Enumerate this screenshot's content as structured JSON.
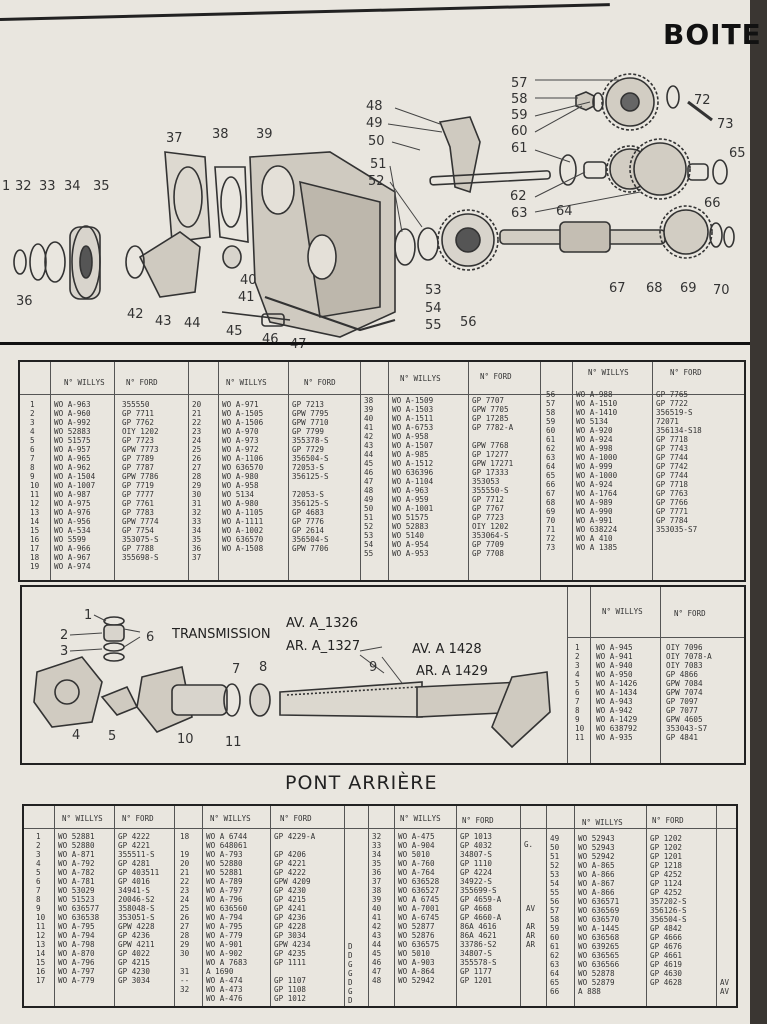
{
  "header": {
    "title": "BOITE"
  },
  "gearbox_diagram": {
    "callouts": [
      "1",
      "32",
      "33",
      "34",
      "35",
      "36",
      "37",
      "38",
      "39",
      "40",
      "41",
      "42",
      "43",
      "44",
      "45",
      "46",
      "47",
      "48",
      "49",
      "50",
      "51",
      "52",
      "53",
      "54",
      "55",
      "56",
      "57",
      "58",
      "59",
      "60",
      "61",
      "62",
      "63",
      "64",
      "65",
      "66",
      "67",
      "68",
      "69",
      "70",
      "72",
      "73"
    ]
  },
  "gearbox_table": {
    "headers": {
      "no": "",
      "willys": "N° WILLYS",
      "ford": "N° FORD"
    },
    "groups": [
      {
        "no": [
          "1",
          "2",
          "3",
          "4",
          "5",
          "6",
          "7",
          "8",
          "9",
          "10",
          "11",
          "12",
          "13",
          "14",
          "15",
          "16",
          "17",
          "18",
          "19"
        ],
        "willys": [
          "WO A-963",
          "WO A-960",
          "WO A-992",
          "WO 52883",
          "WO 51575",
          "WO A-957",
          "WO A-965",
          "WO A-962",
          "WO A-1504",
          "WO A-1007",
          "WO A-987",
          "WO A-975",
          "WO A-976",
          "WO A-956",
          "WO A-534",
          "WO 5599",
          "WO A-966",
          "WO A-967",
          "WO A-974"
        ],
        "ford": [
          "355550",
          "GP 7711",
          "GP 7762",
          "OIY 1202",
          "GP 7723",
          "GPW 7773",
          "GP 7789",
          "GP 7787",
          "GPW 7786",
          "GP 7719",
          "GP 7777",
          "GP 7761",
          "GP 7783",
          "GPW 7774",
          "GP 7754",
          "353075-S",
          "GP 7788",
          "355698-S",
          ""
        ]
      },
      {
        "no": [
          "20",
          "21",
          "22",
          "23",
          "24",
          "25",
          "26",
          "27",
          "28",
          "29",
          "30",
          "31",
          "32",
          "33",
          "34",
          "35",
          "36",
          "37"
        ],
        "willys": [
          "WO A-971",
          "WO A-1505",
          "WO A-1506",
          "WO A-970",
          "WO A-973",
          "WO A-972",
          "WO A-1106",
          "WO 636570",
          "WO A-980",
          "WO A-958",
          "WO 5134",
          "WO A-980",
          "WO A-1105",
          "WO A-1111",
          "WO A-1002",
          "WO 636570",
          "WO A-1508",
          ""
        ],
        "ford": [
          "GP 7213",
          "GPW 7795",
          "GPW 7710",
          "GP 7799",
          "355378-S",
          "GP 7729",
          "356504-S",
          "72053-S",
          "356125-S",
          "",
          "72053-S",
          "356125-S",
          "GP 4683",
          "GP 7776",
          "GP 2614",
          "356504-S",
          "GPW 7706",
          ""
        ]
      },
      {
        "no": [
          "38",
          "39",
          "40",
          "41",
          "42",
          "43",
          "44",
          "45",
          "46",
          "47",
          "48",
          "49",
          "50",
          "51",
          "52",
          "53",
          "54",
          "55"
        ],
        "willys": [
          "WO A-1509",
          "WO A-1503",
          "WO A-1511",
          "WO A-6753",
          "WO A-958",
          "WO A-1507",
          "WO A-985",
          "WO A-1512",
          "WO 636396",
          "WO A-1104",
          "WO A-963",
          "WO A-959",
          "WO A-1001",
          "WO 51575",
          "WO 52883",
          "WO 5140",
          "WO A-954",
          "WO A-953"
        ],
        "ford": [
          "GP 7707",
          "GPW 7705",
          "GP 17285",
          "GP 7782-A",
          "",
          "GPW 7768",
          "GP 17277",
          "GPW 17271",
          "GP 17333",
          "353053",
          "355550-S",
          "GP 7712",
          "GP 7767",
          "GP 7723",
          "OIY 1202",
          "353064-S",
          "GP 7709",
          "GP 7708"
        ]
      },
      {
        "no": [
          "56",
          "57",
          "58",
          "59",
          "60",
          "61",
          "62",
          "63",
          "64",
          "65",
          "66",
          "67",
          "68",
          "69",
          "70",
          "71",
          "72",
          "73"
        ],
        "willys": [
          "WO A-988",
          "WO A-1510",
          "WO A-1410",
          "WO 5134",
          "WO A-920",
          "WO A-924",
          "WO A-998",
          "WO A-1000",
          "WO A-999",
          "WO A-1000",
          "WO A-924",
          "WO A-1764",
          "WO A-989",
          "WO A-990",
          "WO A-991",
          "WO 638224",
          "WO A 410",
          "WO A 1385"
        ],
        "ford": [
          "GP 7765",
          "GP 7722",
          "356519-S",
          "72071",
          "356134-S18",
          "GP 7718",
          "GP 7743",
          "GP 7744",
          "GP 7742",
          "GP 7744",
          "GP 7718",
          "GP 7763",
          "GP 7766",
          "GP 7771",
          "GP 7784",
          "353035-S7",
          "",
          ""
        ]
      }
    ]
  },
  "transmission": {
    "title": "TRANSMISSION",
    "av": "AV. A_1326",
    "ar": "AR. A_1327",
    "av_inner": "AV. A 1428",
    "ar_inner": "AR. A 1429",
    "callouts": [
      "1",
      "2",
      "3",
      "4",
      "5",
      "6",
      "7",
      "8",
      "9",
      "10",
      "11"
    ],
    "table": {
      "headers": {
        "no": "",
        "willys": "N° WILLYS",
        "ford": "N° FORD"
      },
      "no": [
        "1",
        "2",
        "3",
        "4",
        "5",
        "6",
        "7",
        "8",
        "9",
        "10",
        "11"
      ],
      "willys": [
        "WO A-945",
        "WO A-941",
        "WO A-940",
        "WO A-950",
        "WO A-1426",
        "WO A-1434",
        "WO A-943",
        "WO A-942",
        "WO A-1429",
        "WO 638792",
        "WO A-935"
      ],
      "ford": [
        "OIY 7096",
        "OIY 7078-A",
        "OIY 7083",
        "GP 4866",
        "GPW 7084",
        "GPW 7074",
        "GP 7097",
        "GP 7077",
        "GPW 4605",
        "353043-S7",
        "GP 4841"
      ]
    }
  },
  "pont_arriere": {
    "title": "PONT ARRIÈRE",
    "headers": {
      "no": "",
      "willys": "N° WILLYS",
      "ford": "N° FORD"
    },
    "groups": [
      {
        "no": [
          "1",
          "2",
          "3",
          "4",
          "5",
          "6",
          "7",
          "8",
          "9",
          "10",
          "11",
          "12",
          "13",
          "14",
          "15",
          "16",
          "17"
        ],
        "willys": [
          "WO 52881",
          "WO 52880",
          "WO A-871",
          "WO A-792",
          "WO A-782",
          "WO A-781",
          "WO 53029",
          "WO 51523",
          "WO 636577",
          "WO 636538",
          "WO A-795",
          "WO A-794",
          "WO A-798",
          "WO A-870",
          "WO A-796",
          "WO A-797",
          "WO A-779"
        ],
        "ford": [
          "GP 4222",
          "GP 4221",
          "355511-S",
          "GP 4281",
          "GP 403511",
          "GP 4016",
          "34941-S",
          "20046-S2",
          "358048-S",
          "353051-S",
          "GPW 4228",
          "GP 4236",
          "GPW 4211",
          "GP 4022",
          "GP 4215",
          "GP 4230",
          "GP 3034"
        ]
      },
      {
        "no": [
          "18",
          "",
          "19",
          "20",
          "21",
          "22",
          "23",
          "24",
          "25",
          "26",
          "27",
          "28",
          "29",
          "30",
          "",
          "31",
          "--",
          "32"
        ],
        "willys": [
          "WO A 6744",
          "WO 648061",
          "WO A-793",
          "WO 52880",
          "WO 52881",
          "WO A-789",
          "WO A-797",
          "WO A-796",
          "WO 636560",
          "WO A-794",
          "WO A-795",
          "WO A-779",
          "WO A-901",
          "WO A-902",
          "WO A 7683",
          "A 1690",
          "WO A-474",
          "WO A-473",
          "WO A-476"
        ],
        "ford": [
          "GP 4229-A",
          "",
          "GP 4206",
          "GP 4221",
          "GP 4222",
          "GPW 4209",
          "GP 4230",
          "GP 4215",
          "GP 4241",
          "GP 4236",
          "GP 4228",
          "GP 3034",
          "GPW 4234",
          "GP 4235",
          "GP 1111",
          "",
          "GP 1107",
          "GP 1108",
          "GP 1012"
        ]
      },
      {
        "no": [
          "32",
          "33",
          "34",
          "35",
          "36",
          "37",
          "38",
          "39",
          "40",
          "41",
          "42",
          "43",
          "44",
          "45",
          "46",
          "47",
          "48"
        ],
        "willys": [
          "WO A-475",
          "WO A-904",
          "WO 5010",
          "WO A-760",
          "WO A-764",
          "WO 636528",
          "WO 636527",
          "WO A 6745",
          "WO A-7001",
          "WO A-6745",
          "WO 52877",
          "WO 52876",
          "WO 636575",
          "WO 5010",
          "WO A-903",
          "WO A-864",
          "WO 52942"
        ],
        "ford": [
          "GP 1013",
          "GP 4032",
          "34807-S",
          "GP 1110",
          "GP 4224",
          "34922-S",
          "355699-S",
          "GP 4659-A",
          "GP 4668",
          "GP 4660-A",
          "86A 4616",
          "86A 4621",
          "33786-S2",
          "34807-S",
          "355578-S",
          "GP 1177",
          "GP 1201"
        ]
      },
      {
        "no": [
          "49",
          "50",
          "51",
          "52",
          "53",
          "54",
          "55",
          "56",
          "57",
          "58",
          "59",
          "60",
          "61",
          "62",
          "63",
          "64",
          "65",
          "66"
        ],
        "willys": [
          "WO 52943",
          "WO 52943",
          "WO 52942",
          "WO A-865",
          "WO A-866",
          "WO A-867",
          "WO A-866",
          "WO 636571",
          "WO 636569",
          "WO 636570",
          "WO A-1445",
          "WO 636568",
          "WO 639265",
          "WO 636565",
          "WO 636566",
          "WO 52878",
          "WO 52879",
          "A 888"
        ],
        "ford": [
          "GP 1202",
          "GP 1202",
          "GP 1201",
          "GP 1218",
          "GP 4252",
          "GP 1124",
          "GP 4252",
          "357202-S",
          "356126-S",
          "356504-S",
          "GP 4842",
          "GP 4666",
          "GP 4676",
          "GP 4661",
          "GP 4619",
          "GP 4630",
          "GP 4628",
          ""
        ]
      }
    ],
    "notes": [
      "G.",
      "AV",
      "AR",
      "AR",
      "AR",
      "D",
      "D",
      "G",
      "G",
      "D",
      "G",
      "D",
      "AV",
      "AV"
    ]
  }
}
